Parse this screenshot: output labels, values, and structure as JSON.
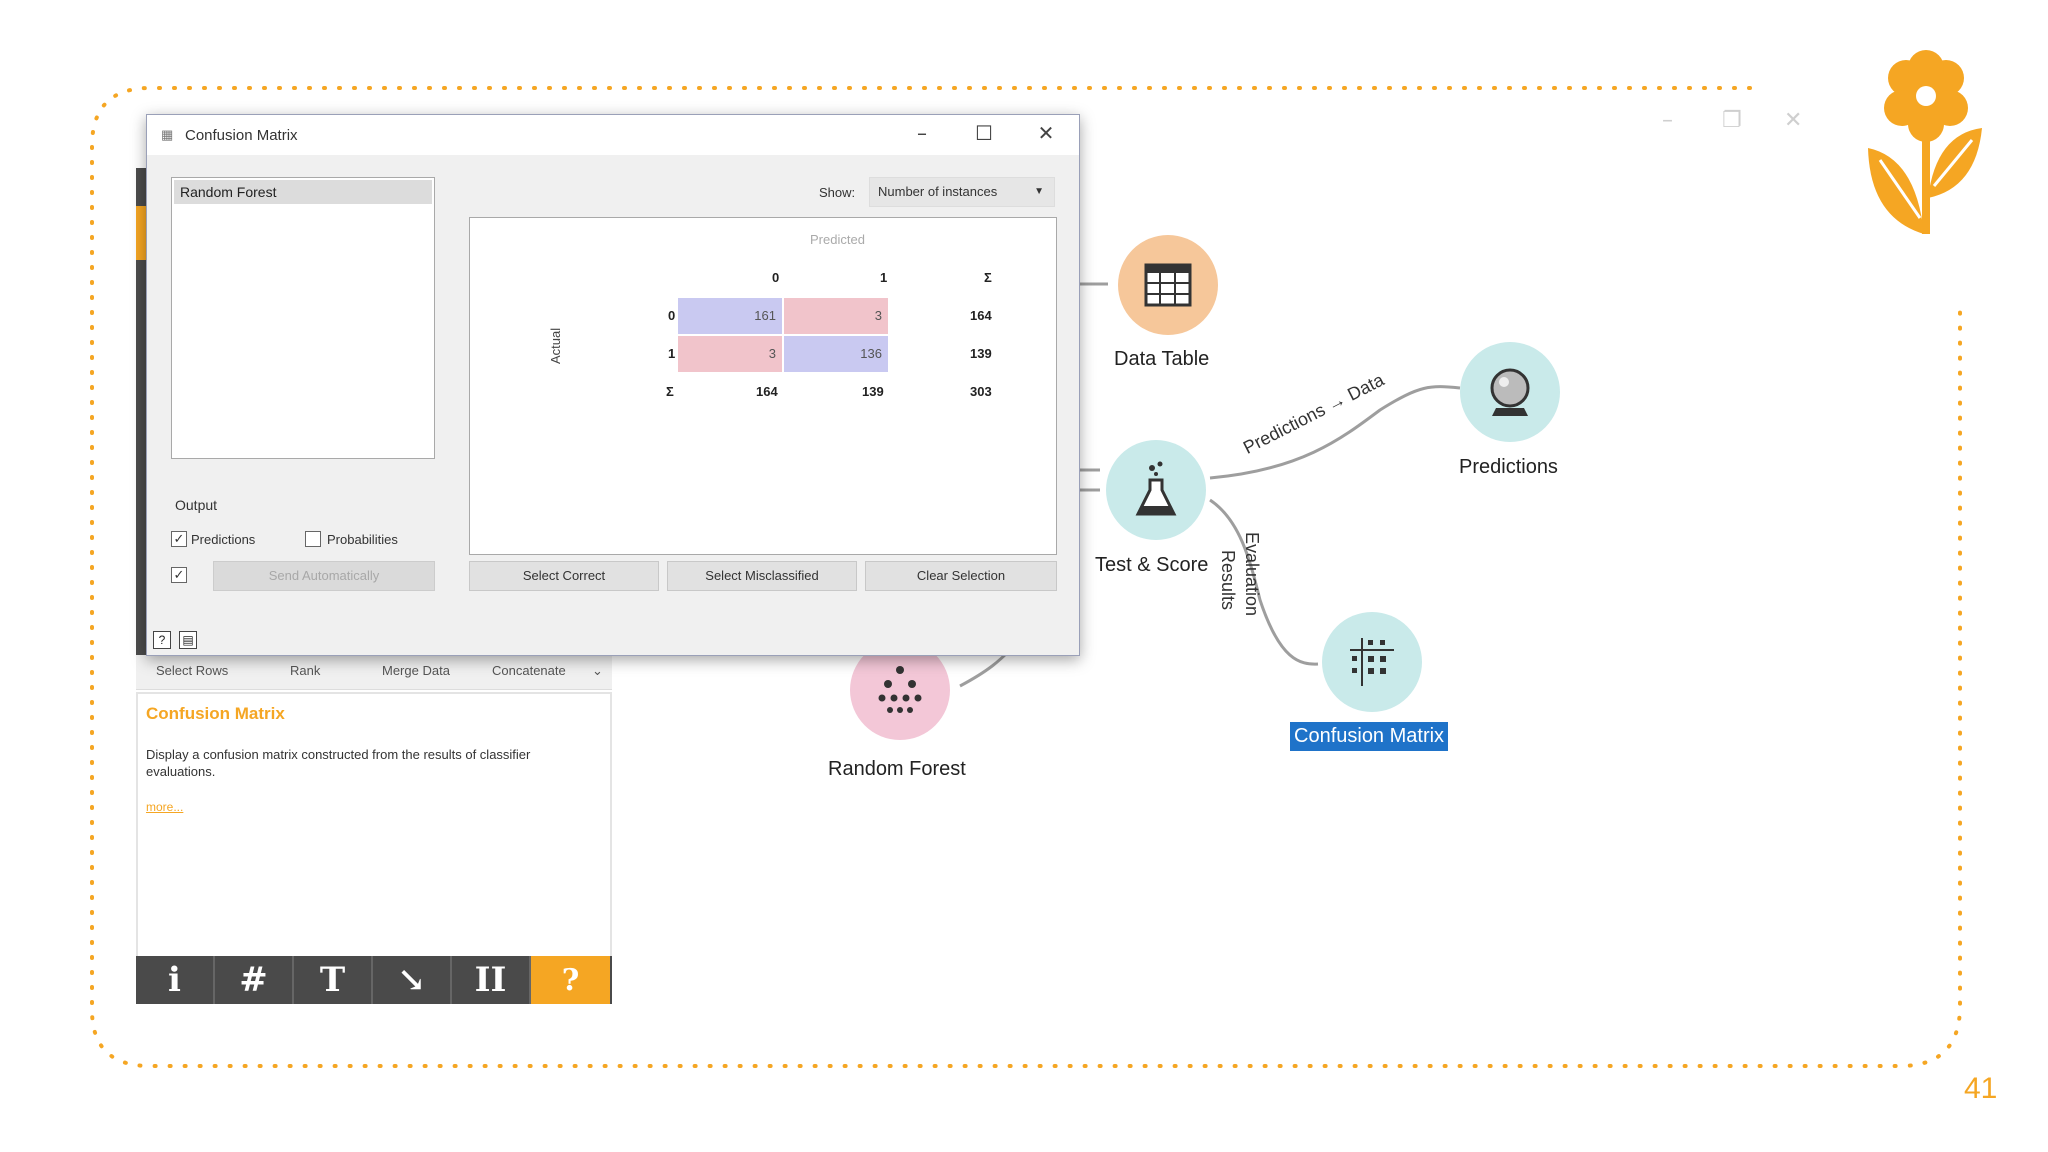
{
  "slide": {
    "page_number": "41",
    "accent_color": "#f5a623"
  },
  "dialog": {
    "title": "Confusion Matrix",
    "models": [
      "Random Forest"
    ],
    "show_label": "Show:",
    "show_value": "Number of instances",
    "output_label": "Output",
    "predictions_label": "Predictions",
    "predictions_checked": true,
    "probabilities_label": "Probabilities",
    "probabilities_checked": false,
    "send_auto_label": "Send Automatically",
    "select_correct": "Select Correct",
    "select_misclassified": "Select Misclassified",
    "clear_selection": "Clear Selection",
    "matrix": {
      "predicted_label": "Predicted",
      "actual_label": "Actual",
      "col_headers": [
        "0",
        "1",
        "Σ"
      ],
      "row_headers": [
        "0",
        "1",
        "Σ"
      ],
      "cells": [
        [
          "161",
          "3"
        ],
        [
          "3",
          "136"
        ]
      ],
      "row_sums": [
        "164",
        "139"
      ],
      "col_sums": [
        "164",
        "139"
      ],
      "total": "303"
    }
  },
  "toolbar_row": [
    "Select Rows",
    "Rank",
    "Merge Data",
    "Concatenate"
  ],
  "help": {
    "title": "Confusion Matrix",
    "description": "Display a confusion matrix constructed from the results of classifier evaluations.",
    "more": "more..."
  },
  "bottom_bar": [
    "i",
    "#",
    "T",
    "↘",
    "II",
    "?"
  ],
  "workflow": {
    "nodes": {
      "data_table": "Data Table",
      "test_score": "Test & Score",
      "predictions": "Predictions",
      "random_forest": "Random Forest",
      "confusion_matrix": "Confusion Matrix"
    },
    "links": {
      "predictions_data": "Predictions → Data",
      "evaluation": "Evaluation",
      "results": "Results"
    }
  }
}
